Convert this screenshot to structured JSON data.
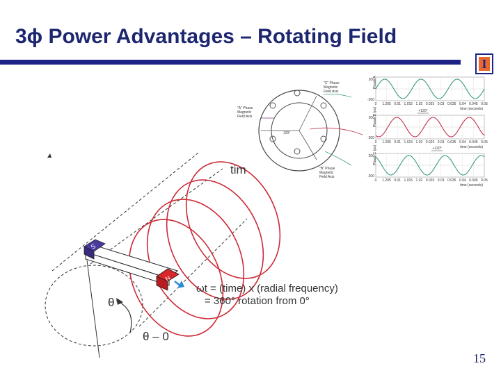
{
  "slide": {
    "title": "3ϕ Power Advantages – Rotating Field",
    "page_number": "15",
    "logo_letter": "I"
  },
  "motor_diagram": {
    "phase_c_label": [
      "\"C\" Phase",
      "Magnetic",
      "Field Axis"
    ],
    "phase_a_label": [
      "\"A\" Phase",
      "Magnetic",
      "Field Axis"
    ],
    "phase_b_label": [
      "\"B\" Phase",
      "Magnetic",
      "Field Axis"
    ],
    "angle_label": "120°"
  },
  "waveforms": {
    "plots": [
      {
        "ylabel": "Phase A (pu)",
        "color": "#3a9a84",
        "phase_deg": 0,
        "ymax": "200",
        "ymin": "-200"
      },
      {
        "ylabel": "Phase B (pu)",
        "color": "#c0304a",
        "phase_deg": -120,
        "ymax": "200",
        "ymin": "-200"
      },
      {
        "ylabel": "Phase C (pu)",
        "color": "#3a9a84",
        "phase_deg": 120,
        "ymax": "200",
        "ymin": "-200"
      }
    ],
    "x_ticks": [
      "0",
      "1.205",
      "0.01",
      "1.015",
      "1.02",
      "0.025",
      "0.03",
      "0.035",
      "0.04",
      "0.045",
      "0.05"
    ],
    "xlabel": "time (seconds)",
    "shift_labels": [
      "+120°",
      "+120°"
    ]
  },
  "rotating_field": {
    "t_label": "tim",
    "magnet_s": "S",
    "magnet_n": "N",
    "theta_symbol": "θ",
    "theta_zero": "θ – 0",
    "omega_line1": "ωt = (time) x (radial frequency)",
    "omega_line2": "= 360° rotation from 0°"
  }
}
